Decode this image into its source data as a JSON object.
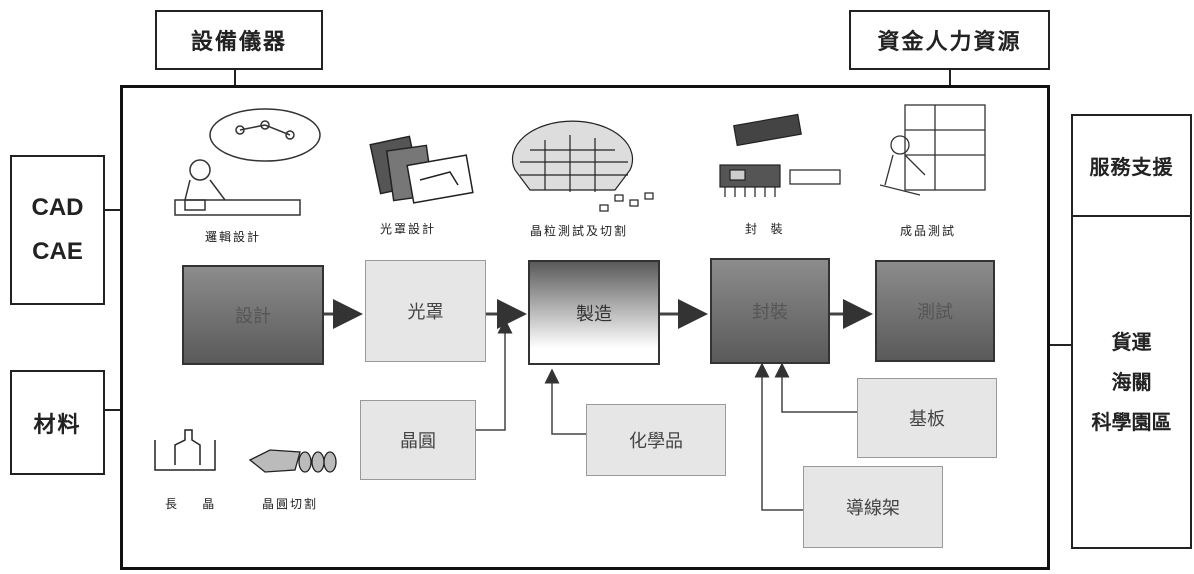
{
  "top": {
    "equipment": "設備儀器",
    "funding": "資金人力資源"
  },
  "left": {
    "cad_line1": "CAD",
    "cad_line2": "CAE",
    "materials": "材料"
  },
  "right": {
    "service": "服務支援",
    "lines": [
      "貨運",
      "海關",
      "科學園區"
    ]
  },
  "illustrations": {
    "logic_design": "邏輯設計",
    "mask_design": "光罩設計",
    "wafer_test_cut": "晶粒測試及切割",
    "packaging": "封  裝",
    "final_test": "成品測試",
    "crystal_growth": "長    晶",
    "wafer_slicing": "晶圓切割"
  },
  "process": {
    "design": "設計",
    "mask": "光罩",
    "manufacturing": "製造",
    "packaging": "封裝",
    "testing": "測試"
  },
  "inputs": {
    "wafer": "晶圓",
    "chemicals": "化學品",
    "substrate": "基板",
    "lead_frame": "導線架"
  }
}
